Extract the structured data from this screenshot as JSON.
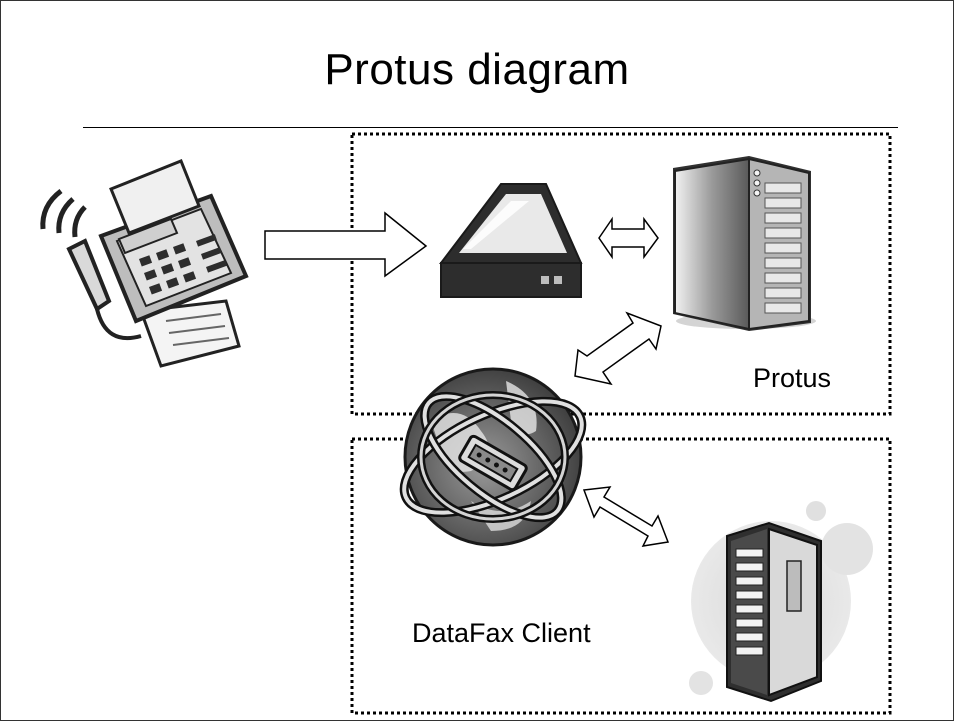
{
  "slide": {
    "title": "Protus diagram",
    "groups": [
      {
        "label": "Protus"
      },
      {
        "label": "DataFax Client"
      }
    ]
  },
  "icons": [
    "fax-machine-icon",
    "scanner-icon",
    "server-tower-icon",
    "globe-network-icon",
    "client-server-icon"
  ],
  "colors": {
    "line": "#000000",
    "background": "#ffffff",
    "device_dark": "#2d2d2d",
    "device_mid": "#7a7a7a",
    "device_light": "#cfcfcf"
  }
}
